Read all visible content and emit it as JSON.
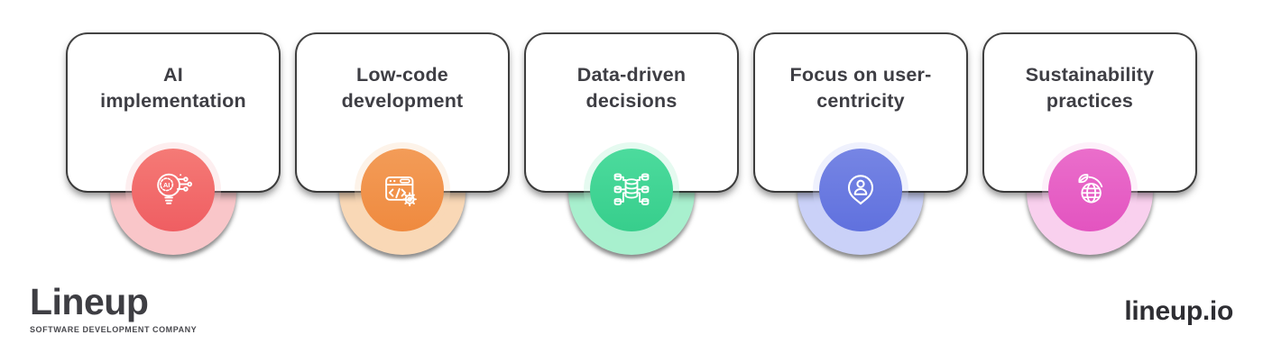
{
  "background_color": "#ffffff",
  "cards": [
    {
      "lines": [
        "AI",
        "implementation"
      ],
      "icon": "ai-lightbulb-icon",
      "circle_color": "#F57A76",
      "circle_color_dark": "#EF5E62",
      "halo_color": "#F9C6C9"
    },
    {
      "lines": [
        "Low-code",
        "development"
      ],
      "icon": "browser-code-gear-icon",
      "circle_color": "#F39C58",
      "circle_color_dark": "#EF8A3F",
      "halo_color": "#F9D8B6"
    },
    {
      "lines": [
        "Data-driven",
        "decisions"
      ],
      "icon": "database-network-icon",
      "circle_color": "#4CDB9D",
      "circle_color_dark": "#37CE8C",
      "halo_color": "#A8F0CE"
    },
    {
      "lines": [
        "Focus on user-",
        "centricity"
      ],
      "icon": "user-pin-icon",
      "circle_color": "#7685E4",
      "circle_color_dark": "#6071DE",
      "halo_color": "#CAD1F8"
    },
    {
      "lines": [
        "Sustainability",
        "practices"
      ],
      "icon": "eco-globe-icon",
      "circle_color": "#EA6ECB",
      "circle_color_dark": "#E354C0",
      "halo_color": "#F9D0EE"
    }
  ],
  "footer": {
    "logo_text": "Lineup",
    "logo_tagline": "SOFTWARE DEVELOPMENT COMPANY",
    "site_text": "lineup.io"
  }
}
